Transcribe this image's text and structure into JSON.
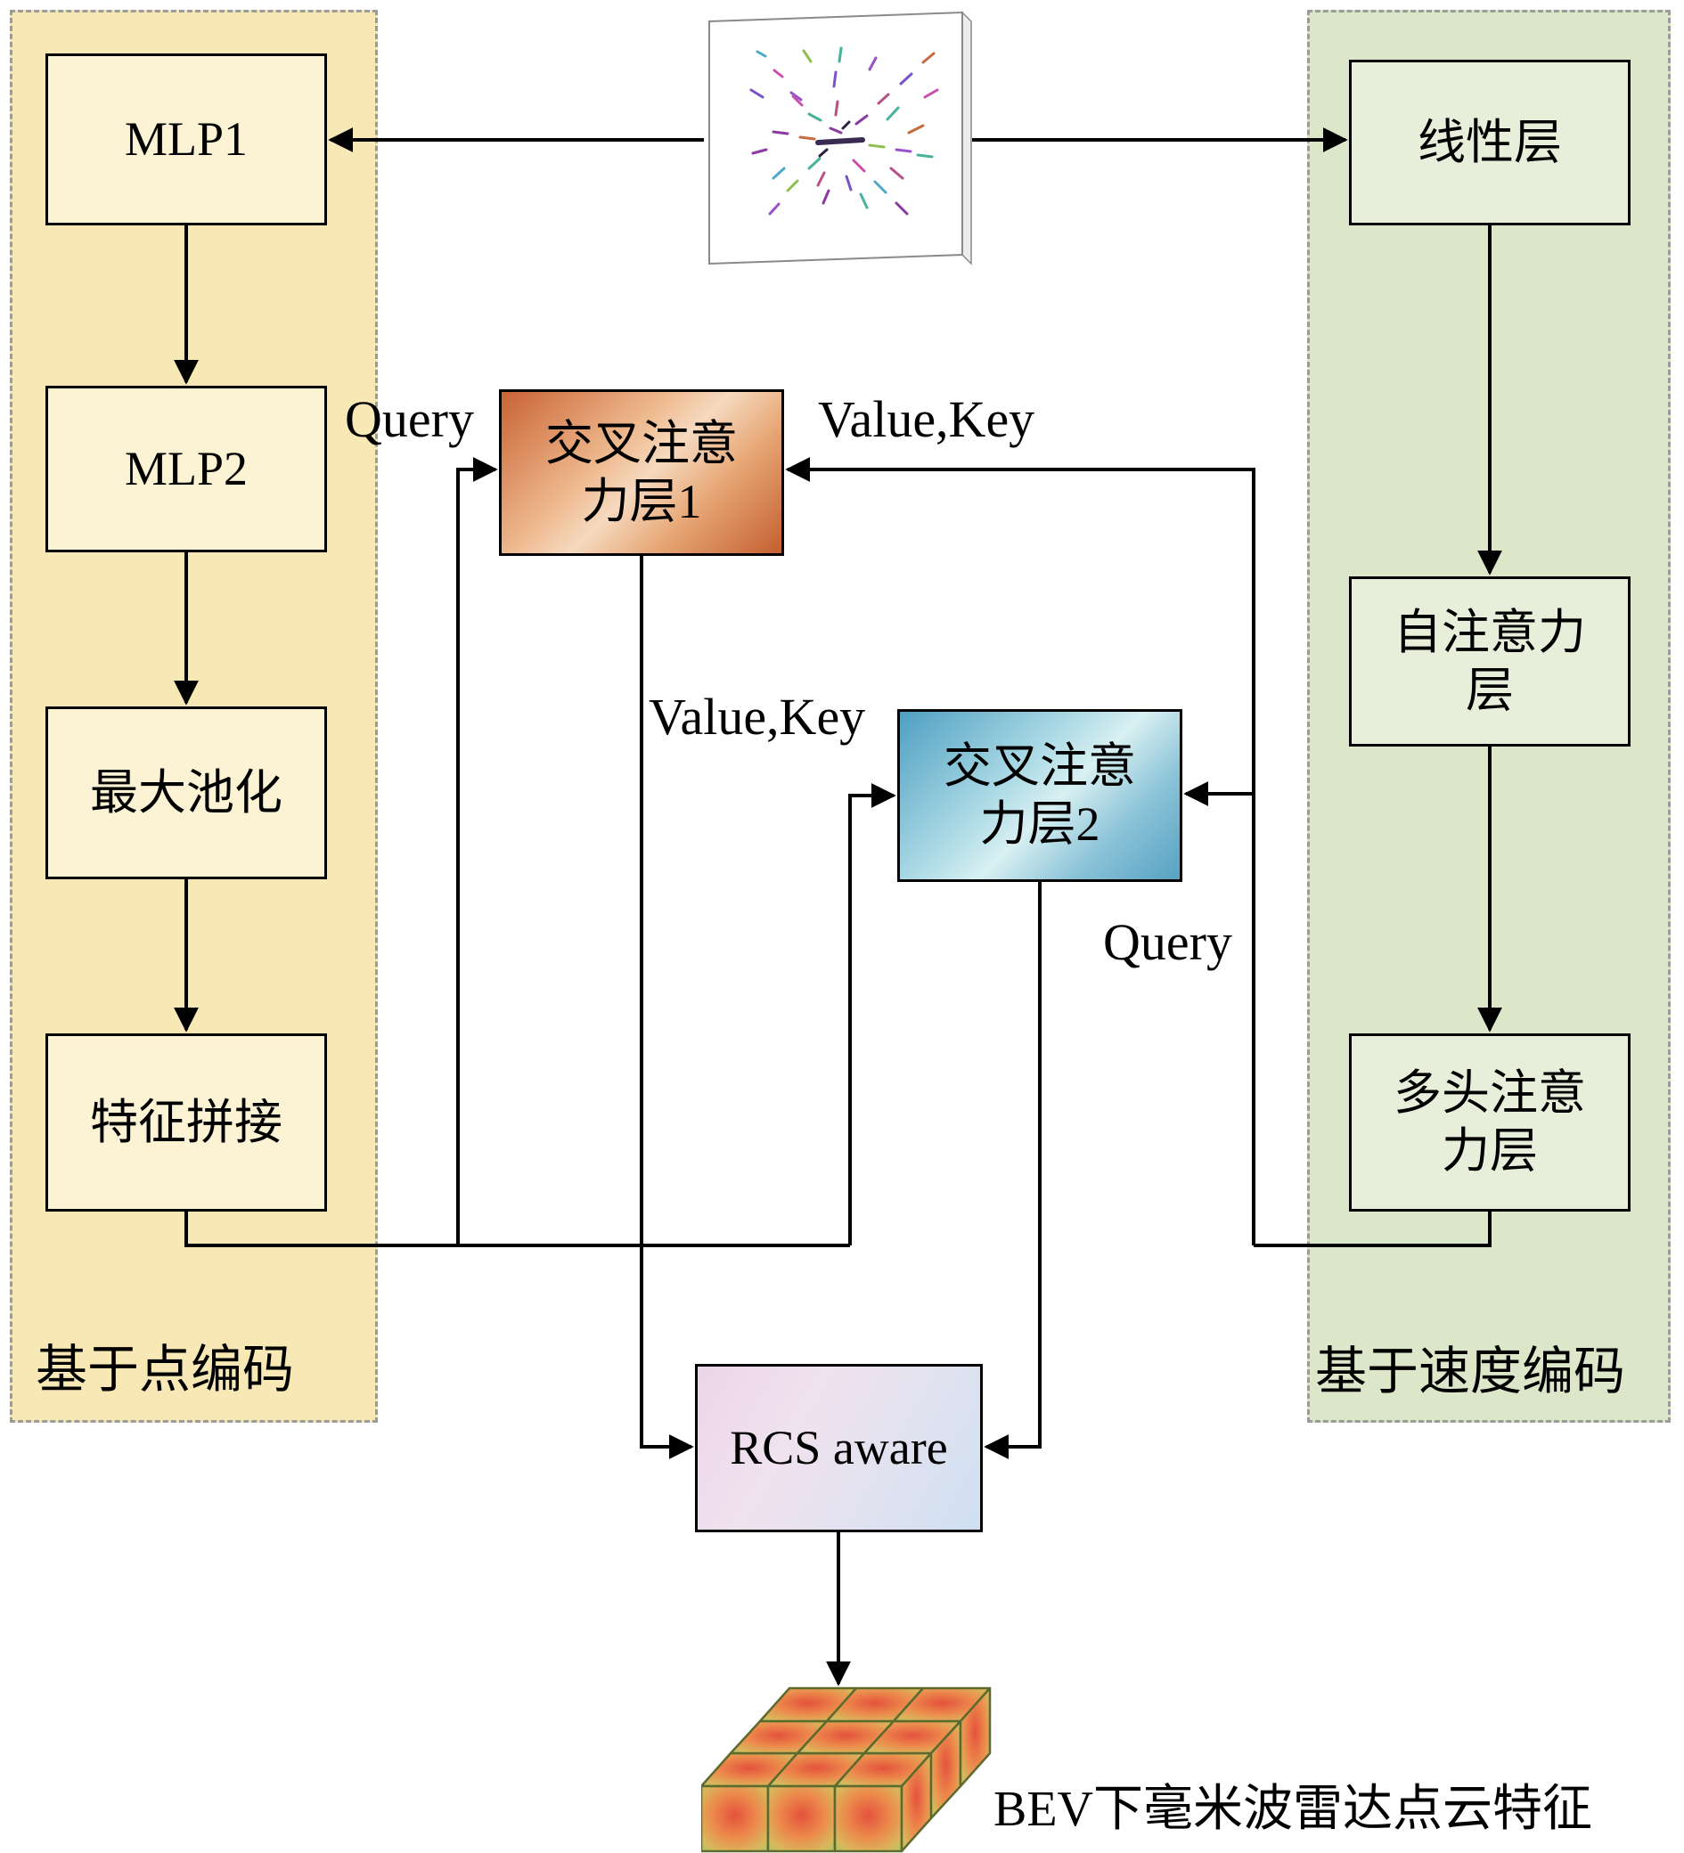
{
  "panels": {
    "point": {
      "label": "基于点编码",
      "boxes": {
        "mlp1": "MLP1",
        "mlp2": "MLP2",
        "maxpool": "最大池化",
        "concat": "特征拼接"
      }
    },
    "velocity": {
      "label": "基于速度编码",
      "boxes": {
        "linear": "线性层",
        "self_attn": "自注意力\n层",
        "multihead": "多头注意\n力层"
      }
    }
  },
  "blocks": {
    "cross_attention_1": "交叉注意\n力层1",
    "cross_attention_2": "交叉注意\n力层2",
    "rcs_aware": "RCS aware"
  },
  "edge_labels": {
    "query_top": "Query",
    "value_key_top": "Value,Key",
    "value_key_mid": "Value,Key",
    "query_mid": "Query"
  },
  "output": {
    "label": "BEV下毫米波雷达点云特征"
  },
  "icons": {
    "radar_input": "radar-point-cloud-image",
    "output_cube": "bev-feature-cube-icon"
  },
  "colors": {
    "point_panel_bg": "#f7e8b6",
    "point_box_bg": "#fcf3d4",
    "velocity_panel_bg": "#dbe7c8",
    "velocity_box_bg": "#e7efdb",
    "cross_attention_1": "#d97a4a",
    "cross_attention_2": "#6fb4cf",
    "rcs_aware": "#e3d4e8",
    "cube_center": "#e4523c",
    "cube_edge": "#a8c46a",
    "line": "#000000"
  }
}
